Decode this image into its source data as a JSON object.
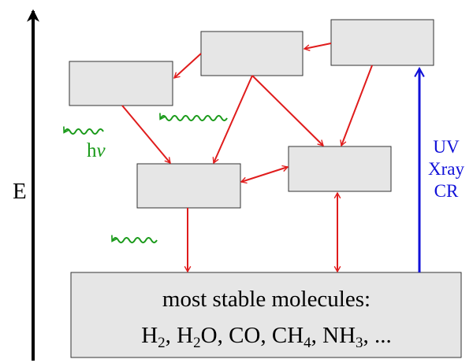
{
  "diagram": {
    "energy_axis_label": "E",
    "photon_label_h": "h",
    "photon_label_nu": "ν",
    "excitation_source": [
      "UV",
      "Xray",
      "CR"
    ],
    "ground_state": {
      "title": "most stable molecules:",
      "molecules": [
        {
          "base": "H",
          "sub": "2",
          "rest": ""
        },
        {
          "base": "H",
          "sub": "2",
          "rest": "O"
        },
        {
          "base": "CO",
          "sub": "",
          "rest": ""
        },
        {
          "base": "CH",
          "sub": "4",
          "rest": ""
        },
        {
          "base": "NH",
          "sub": "3",
          "rest": ""
        }
      ],
      "ellipsis": "..."
    }
  },
  "colors": {
    "box_fill": "#e6e6e6",
    "box_stroke": "#333333",
    "transition_arrow": "#e01c1c",
    "excitation_arrow": "#1010d8",
    "photon": "#1a9a1a",
    "text": "#000000"
  }
}
